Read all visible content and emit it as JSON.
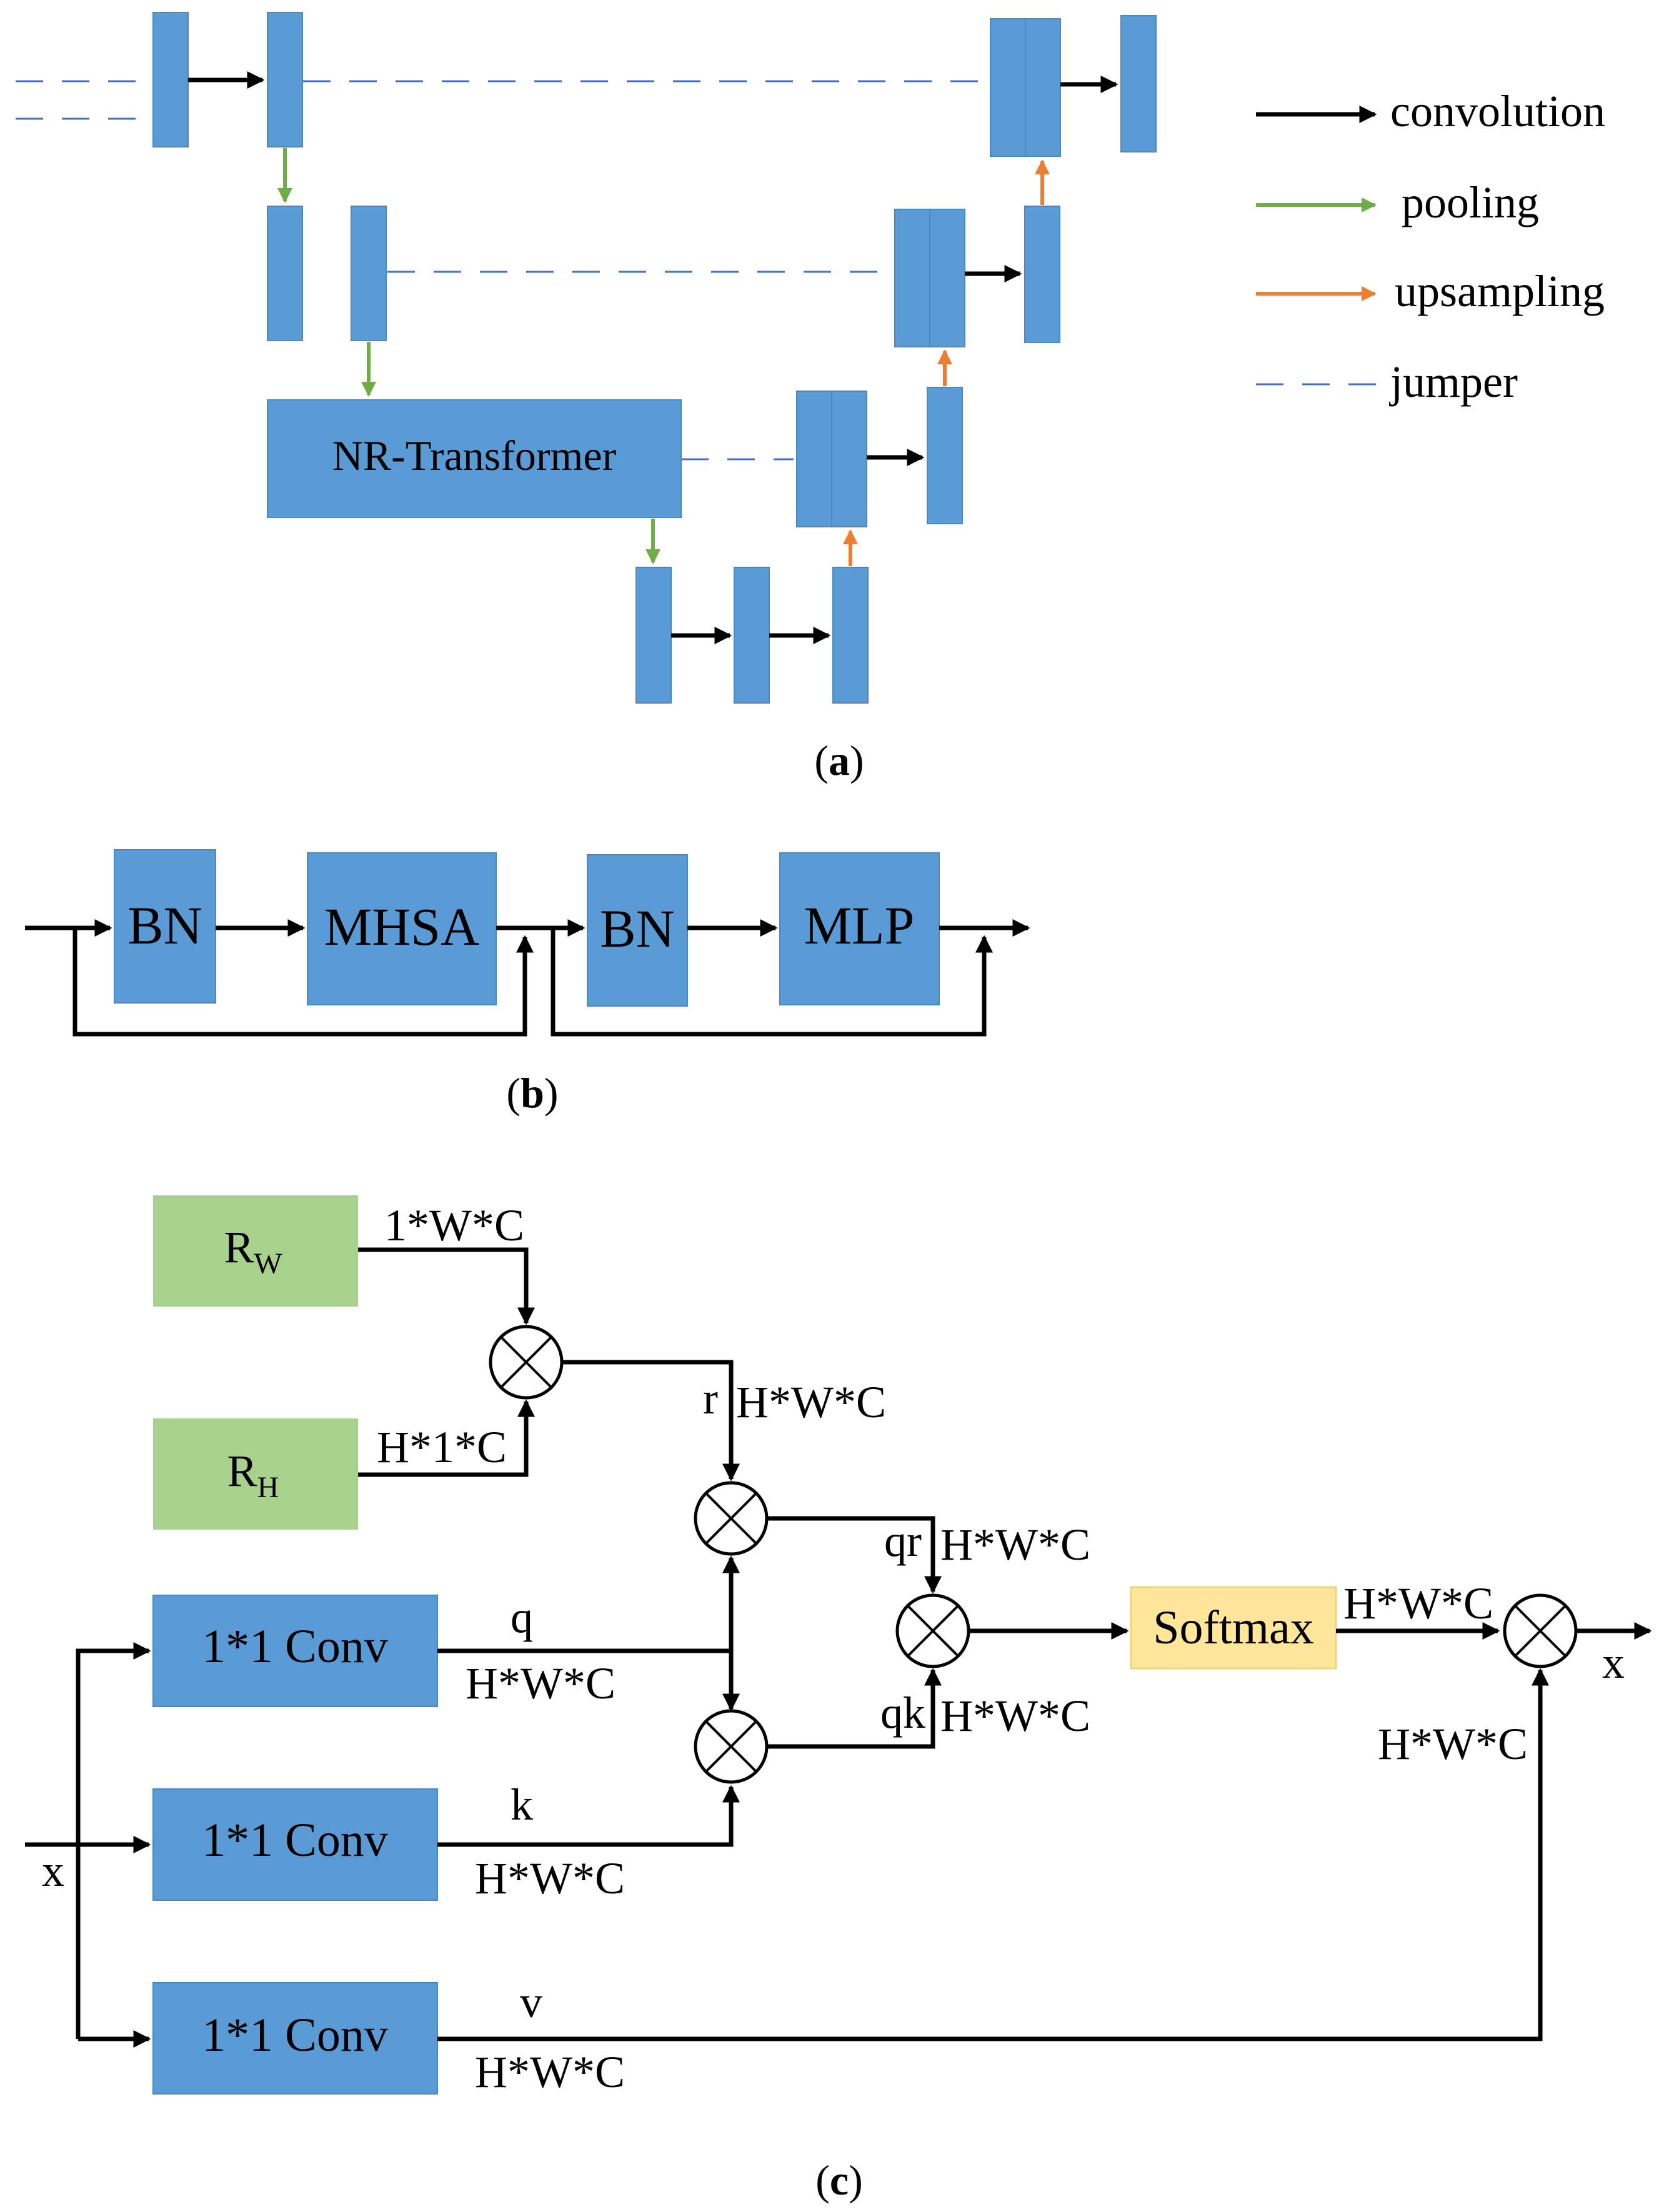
{
  "panel_a": {
    "caption": "(a)",
    "caption_letter": "a",
    "block_label": "NR-Transformer",
    "legend": {
      "convolution": "convolution",
      "pooling": "pooling",
      "upsampling": "upsampling",
      "jumper": "jumper"
    },
    "colors": {
      "block": "#5b9bd5",
      "convolution": "#000000",
      "pooling": "#70ad47",
      "upsampling": "#ed7d31",
      "jumper": "#4472c4"
    }
  },
  "panel_b": {
    "caption": "(b)",
    "caption_letter": "b",
    "bn1": "BN",
    "mhsa": "MHSA",
    "bn2": "BN",
    "mlp": "MLP"
  },
  "panel_c": {
    "caption": "(c)",
    "caption_letter": "c",
    "rw": "R",
    "rw_sub": "W",
    "rh": "R",
    "rh_sub": "H",
    "conv_q": "1*1 Conv",
    "conv_k": "1*1 Conv",
    "conv_v": "1*1 Conv",
    "softmax": "Softmax",
    "x_in": "x",
    "x_out": "x",
    "lbl_q": "q",
    "lbl_k": "k",
    "lbl_v": "v",
    "lbl_r": "r",
    "lbl_qr": "qr",
    "lbl_qk": "qk",
    "dim_1wc": "1*W*C",
    "dim_h1c": "H*1*C",
    "dim_hwc": "H*W*C",
    "colors": {
      "r_block": "#a9d18e",
      "softmax_block": "#ffe699",
      "conv_block": "#5b9bd5"
    }
  }
}
